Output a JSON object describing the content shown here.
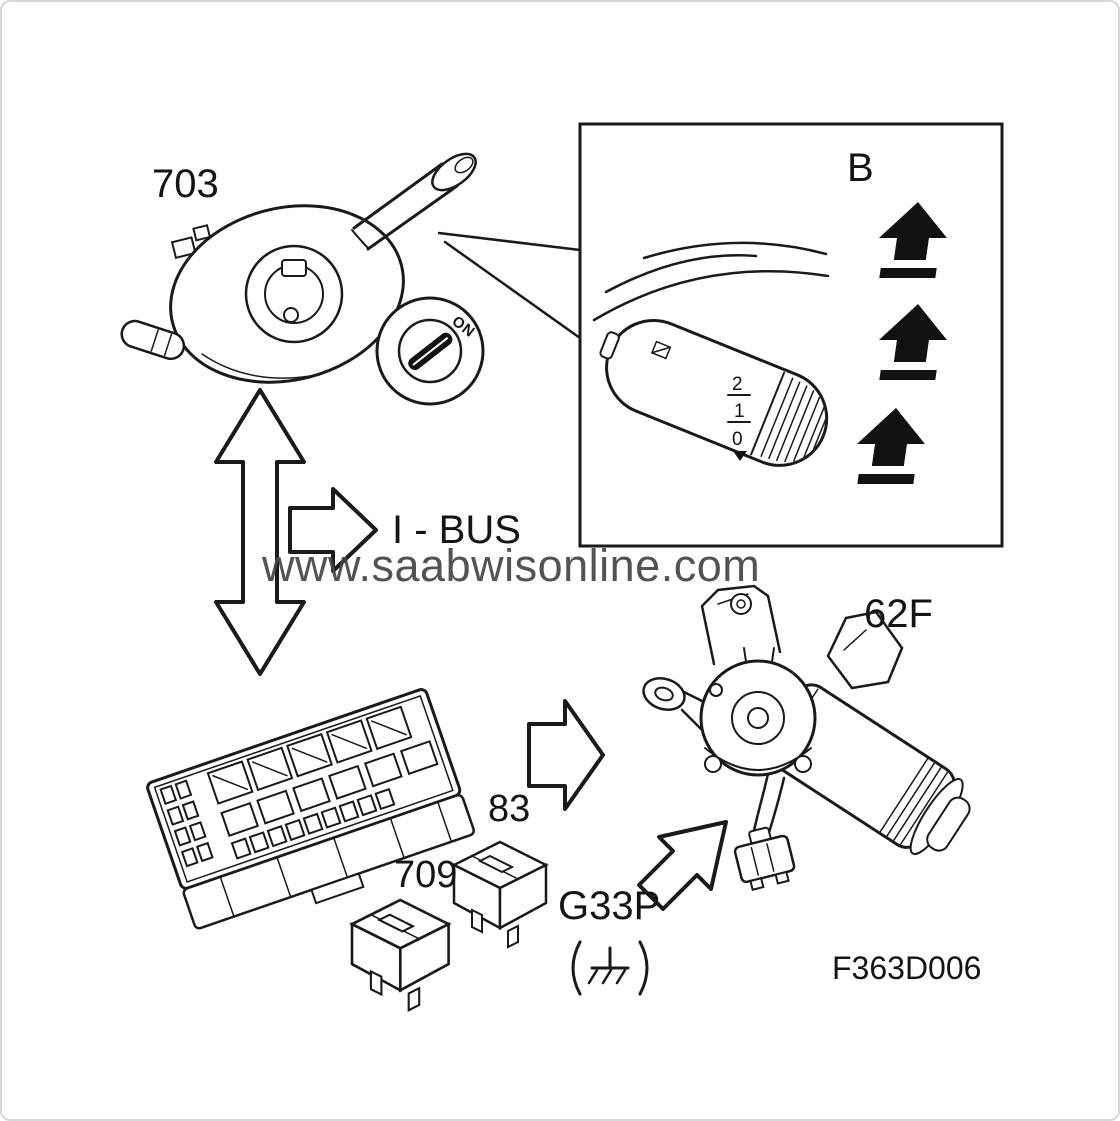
{
  "meta": {
    "background": "#ffffff",
    "line_color": "#1a1a1a",
    "watermark_color": "#454545"
  },
  "watermark": "www.saabwisonline.com",
  "figure_code": "F363D006",
  "labels": {
    "stalk_switch": "703",
    "inset": "B",
    "i_bus": "I - BUS",
    "wiper_motor": "62F",
    "relay_83": "83",
    "relay_709": "709",
    "ground_point": "G33P"
  },
  "ignition_switch": {
    "position": "ON"
  },
  "stalk_detail": {
    "pos_2": "2",
    "pos_1": "1",
    "pos_0": "0"
  },
  "icons": {
    "up_arrow": "▲",
    "double_arrow_vertical": "⇕",
    "arrow_right": "⇨",
    "arrow_up_right": "⬈",
    "ground_symbol": "⏚"
  }
}
